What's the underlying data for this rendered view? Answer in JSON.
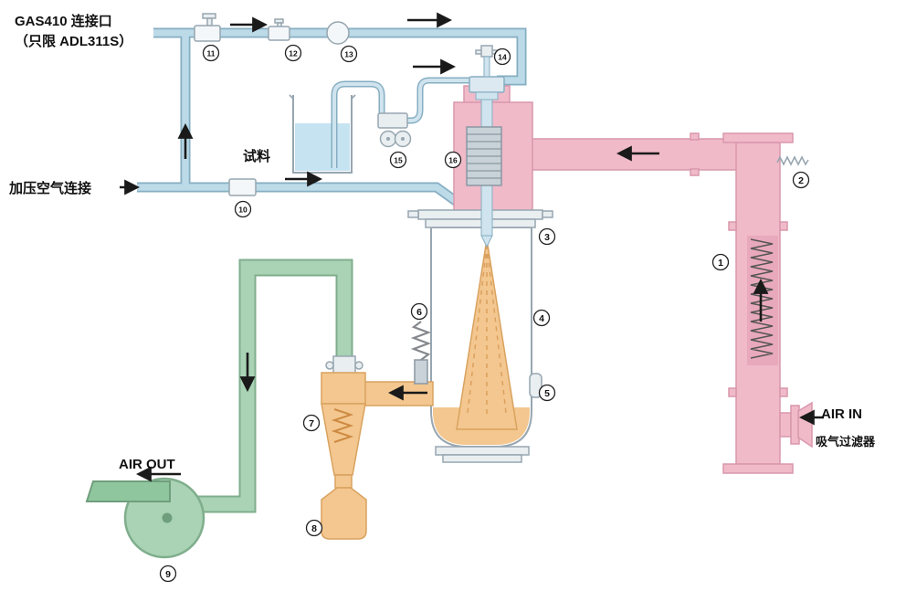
{
  "labels": {
    "gas410_line1": "GAS410 连接口",
    "gas410_line2": "（只限 ADL311S）",
    "pressurized_air": "加压空气连接",
    "sample": "试料",
    "air_in": "AIR IN",
    "intake_filter": "吸气过滤器",
    "air_out": "AIR OUT"
  },
  "markers": {
    "m1": "1",
    "m2": "2",
    "m3": "3",
    "m4": "4",
    "m5": "5",
    "m6": "6",
    "m7": "7",
    "m8": "8",
    "m9": "9",
    "m10": "10",
    "m11": "11",
    "m12": "12",
    "m13": "13",
    "m14": "14",
    "m15": "15",
    "m16": "16"
  },
  "colors": {
    "pipe_blue": "#bcdae8",
    "pipe_blue_edge": "#86aec2",
    "duct_pink": "#f1bac9",
    "duct_pink_edge": "#d897ac",
    "pipe_green": "#a9d3b4",
    "pipe_green_edge": "#7fae8c",
    "chamber_orange": "#f3c78f",
    "chamber_orange_edge": "#d9a25f",
    "sample_liquid": "#c6e3f2",
    "arrow_black": "#1a1a1a"
  }
}
